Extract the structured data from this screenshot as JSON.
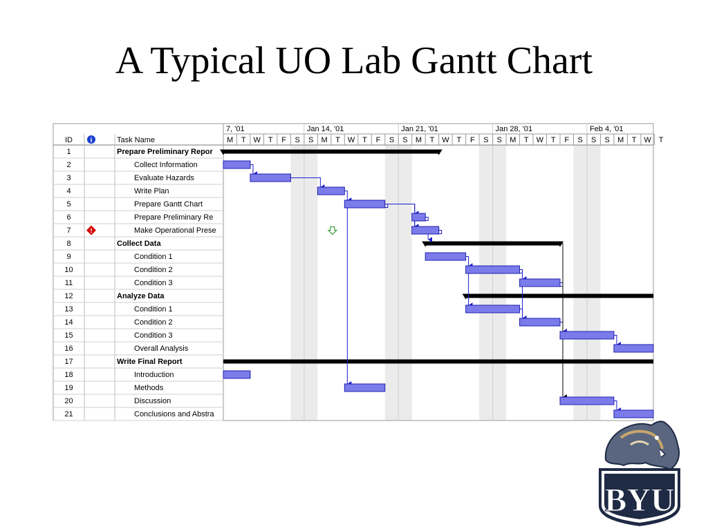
{
  "slide": {
    "title": "A Typical UO Lab Gantt Chart"
  },
  "chart_data": {
    "type": "gantt",
    "columns": {
      "id": "ID",
      "indicator": "info-icon",
      "task": "Task Name"
    },
    "timescale": {
      "weeks": [
        "7, '01",
        "Jan 14, '01",
        "Jan 21, '01",
        "Jan 28, '01",
        "Feb 4, '01"
      ],
      "days": [
        "M",
        "T",
        "W",
        "T",
        "F",
        "S",
        "S",
        "M",
        "T",
        "W",
        "T",
        "F",
        "S",
        "S",
        "M",
        "T",
        "W",
        "T",
        "F",
        "S",
        "S",
        "M",
        "T",
        "W",
        "T",
        "F",
        "S",
        "S",
        "S",
        "M",
        "T",
        "W",
        "T"
      ]
    },
    "bar_color": "#7b7bea",
    "link_color": "#1a1acc",
    "tasks": [
      {
        "id": "1",
        "name": "Prepare Preliminary Repor",
        "summary": true,
        "start": 0,
        "end": 16
      },
      {
        "id": "2",
        "name": "Collect Information",
        "summary": false,
        "start": 0,
        "end": 2
      },
      {
        "id": "3",
        "name": "Evaluate Hazards",
        "summary": false,
        "start": 2,
        "end": 5
      },
      {
        "id": "4",
        "name": "Write Plan",
        "summary": false,
        "start": 7,
        "end": 9
      },
      {
        "id": "5",
        "name": "Prepare Gantt Chart",
        "summary": false,
        "start": 9,
        "end": 12
      },
      {
        "id": "6",
        "name": "Prepare Preliminary Re",
        "summary": false,
        "start": 14,
        "end": 15
      },
      {
        "id": "7",
        "name": "Make Operational Prese",
        "summary": false,
        "start": 14,
        "end": 16,
        "indicator": "warning-icon"
      },
      {
        "id": "8",
        "name": "Collect Data",
        "summary": true,
        "start": 15,
        "end": 25
      },
      {
        "id": "9",
        "name": "Condition 1",
        "summary": false,
        "start": 15,
        "end": 18
      },
      {
        "id": "10",
        "name": "Condition 2",
        "summary": false,
        "start": 18,
        "end": 22
      },
      {
        "id": "11",
        "name": "Condition 3",
        "summary": false,
        "start": 22,
        "end": 25
      },
      {
        "id": "12",
        "name": "Analyze Data",
        "summary": true,
        "start": 18,
        "end": 32
      },
      {
        "id": "13",
        "name": "Condition 1",
        "summary": false,
        "start": 18,
        "end": 22
      },
      {
        "id": "14",
        "name": "Condition 2",
        "summary": false,
        "start": 22,
        "end": 25
      },
      {
        "id": "15",
        "name": "Condition 3",
        "summary": false,
        "start": 25,
        "end": 29
      },
      {
        "id": "16",
        "name": "Overall Analysis",
        "summary": false,
        "start": 29,
        "end": 32
      },
      {
        "id": "17",
        "name": "Write Final Report",
        "summary": true,
        "start": 0,
        "end": 32
      },
      {
        "id": "18",
        "name": "Introduction",
        "summary": false,
        "start": 0,
        "end": 2
      },
      {
        "id": "19",
        "name": "Methods",
        "summary": false,
        "start": 9,
        "end": 12
      },
      {
        "id": "20",
        "name": "Discussion",
        "summary": false,
        "start": 25,
        "end": 29
      },
      {
        "id": "21",
        "name": "Conclusions and Abstra",
        "summary": false,
        "start": 29,
        "end": 32
      }
    ],
    "links": [
      {
        "from": "2",
        "to": "3"
      },
      {
        "from": "3",
        "to": "4"
      },
      {
        "from": "4",
        "to": "5"
      },
      {
        "from": "5",
        "to": "6"
      },
      {
        "from": "5",
        "to": "7"
      },
      {
        "from": "5",
        "to": "19"
      },
      {
        "from": "6",
        "to": "7"
      },
      {
        "from": "7",
        "to": "8"
      },
      {
        "from": "9",
        "to": "10"
      },
      {
        "from": "10",
        "to": "11"
      },
      {
        "from": "10",
        "to": "13"
      },
      {
        "from": "11",
        "to": "14"
      },
      {
        "from": "11",
        "to": "15"
      },
      {
        "from": "13",
        "to": "14"
      },
      {
        "from": "14",
        "to": "15"
      },
      {
        "from": "15",
        "to": "16"
      },
      {
        "from": "8",
        "to": "20"
      },
      {
        "from": "20",
        "to": "21"
      }
    ],
    "gray_days": [
      5,
      6,
      12,
      13,
      19,
      20,
      26,
      27
    ]
  },
  "logo": {
    "text": "BYU"
  }
}
